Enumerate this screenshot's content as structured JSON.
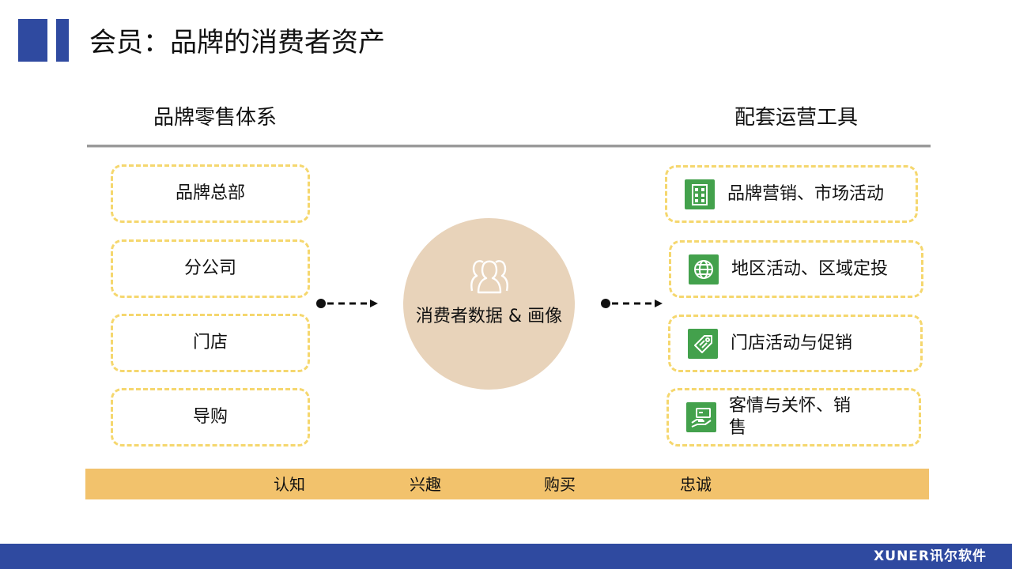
{
  "title": "会员：品牌的消费者资产",
  "left_header": "品牌零售体系",
  "right_header": "配套运营工具",
  "left_items": [
    "品牌总部",
    "分公司",
    "门店",
    "导购"
  ],
  "center": {
    "label": "消费者数据 & 画像",
    "icon": "users-group-icon"
  },
  "right_items": [
    {
      "label": "品牌营销、市场活动",
      "icon": "building-icon"
    },
    {
      "label": "地区活动、区域定投",
      "icon": "globe-icon"
    },
    {
      "label": "门店活动与促销",
      "icon": "price-tag-icon"
    },
    {
      "label": "客情与关怀、销售",
      "icon": "hand-card-icon"
    }
  ],
  "stages": [
    "认知",
    "兴趣",
    "购买",
    "忠诚"
  ],
  "footer_brand": "XUNER讯尔软件",
  "colors": {
    "accent_blue": "#2f4aa0",
    "dashed_border": "#f5d76e",
    "circle_fill": "#e8d3ba",
    "stage_band": "#f2c26c",
    "icon_green": "#43a14c"
  }
}
